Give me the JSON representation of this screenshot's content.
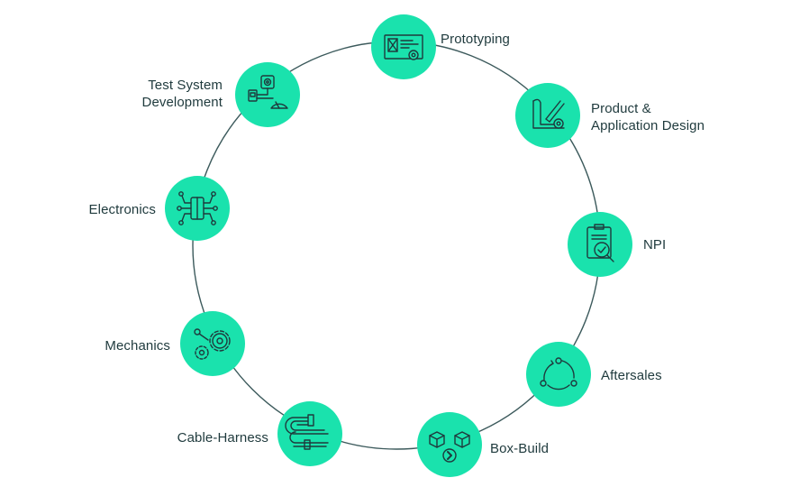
{
  "colors": {
    "node_fill": "#1ae2ad",
    "ring_stroke": "#3c5a5c",
    "icon_stroke": "#1f3a3d",
    "text": "#1f3a3d"
  },
  "nodes": [
    {
      "id": "prototyping",
      "icon": "prototyping-icon",
      "label_lines": [
        "Prototyping"
      ]
    },
    {
      "id": "product-application-design",
      "icon": "design-tools-icon",
      "label_lines": [
        "Product &",
        "Application Design"
      ]
    },
    {
      "id": "npi",
      "icon": "clipboard-check-icon",
      "label_lines": [
        "NPI"
      ]
    },
    {
      "id": "aftersales",
      "icon": "cycle-nodes-icon",
      "label_lines": [
        "Aftersales"
      ]
    },
    {
      "id": "box-build",
      "icon": "boxes-arrow-icon",
      "label_lines": [
        "Box-Build"
      ]
    },
    {
      "id": "cable-harness",
      "icon": "cable-harness-icon",
      "label_lines": [
        "Cable-Harness"
      ]
    },
    {
      "id": "mechanics",
      "icon": "gears-icon",
      "label_lines": [
        "Mechanics"
      ]
    },
    {
      "id": "electronics",
      "icon": "circuit-chip-icon",
      "label_lines": [
        "Electronics"
      ]
    },
    {
      "id": "test-system-development",
      "icon": "test-gauge-icon",
      "label_lines": [
        "Test System",
        "Development"
      ]
    }
  ]
}
